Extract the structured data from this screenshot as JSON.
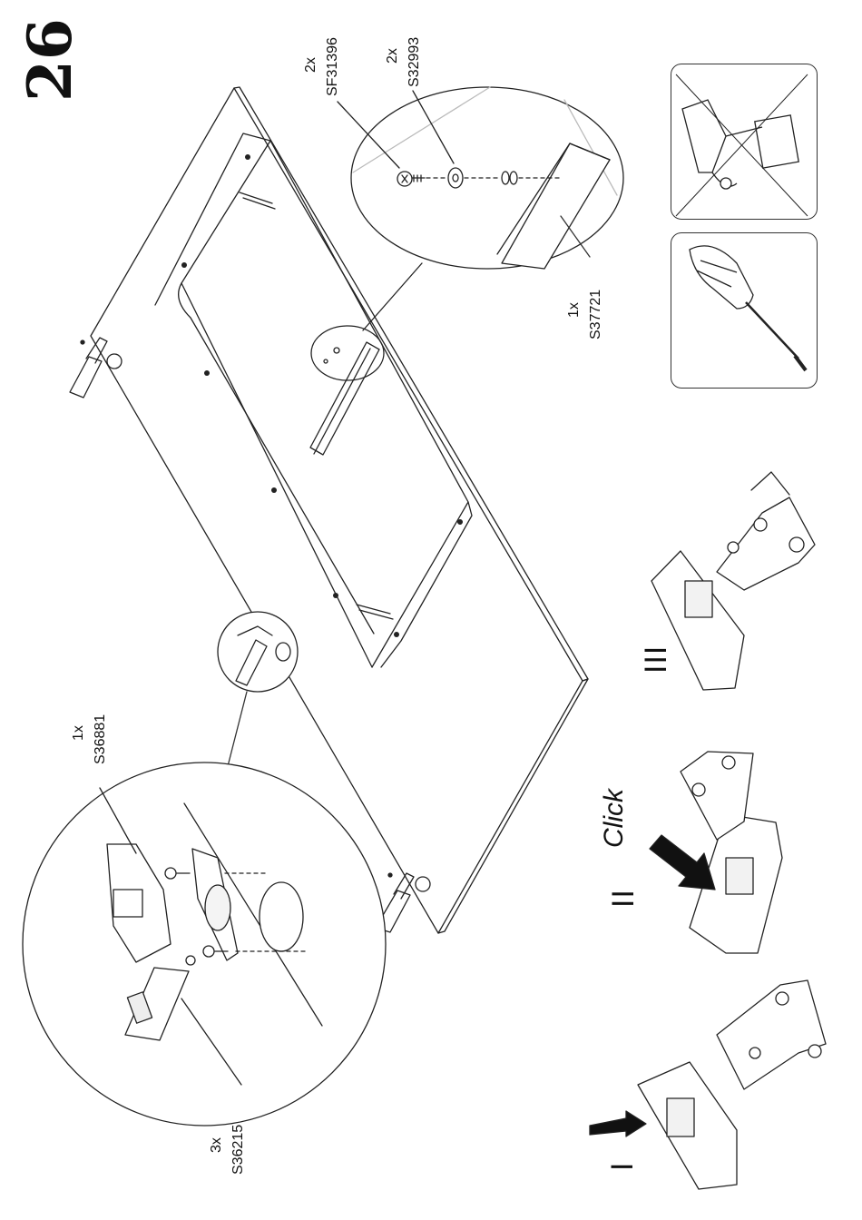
{
  "step_number": "26",
  "parts": {
    "screw": {
      "qty": "2x",
      "code": "SF31396"
    },
    "cap": {
      "qty": "2x",
      "code": "S32993"
    },
    "strip": {
      "qty": "1x",
      "code": "S37721"
    },
    "hinge_base": {
      "qty": "1x",
      "code": "S36881"
    },
    "hinge_screws": {
      "qty": "3x",
      "code": "S36215"
    }
  },
  "tools": {
    "forbidden": "drill-icon",
    "allowed": "screwdriver-icon"
  },
  "hinge_steps": [
    "I",
    "II",
    "III"
  ],
  "click_text": "Click",
  "colors": {
    "line": "#222222",
    "paper": "#ffffff",
    "shade": "#dddddd"
  }
}
